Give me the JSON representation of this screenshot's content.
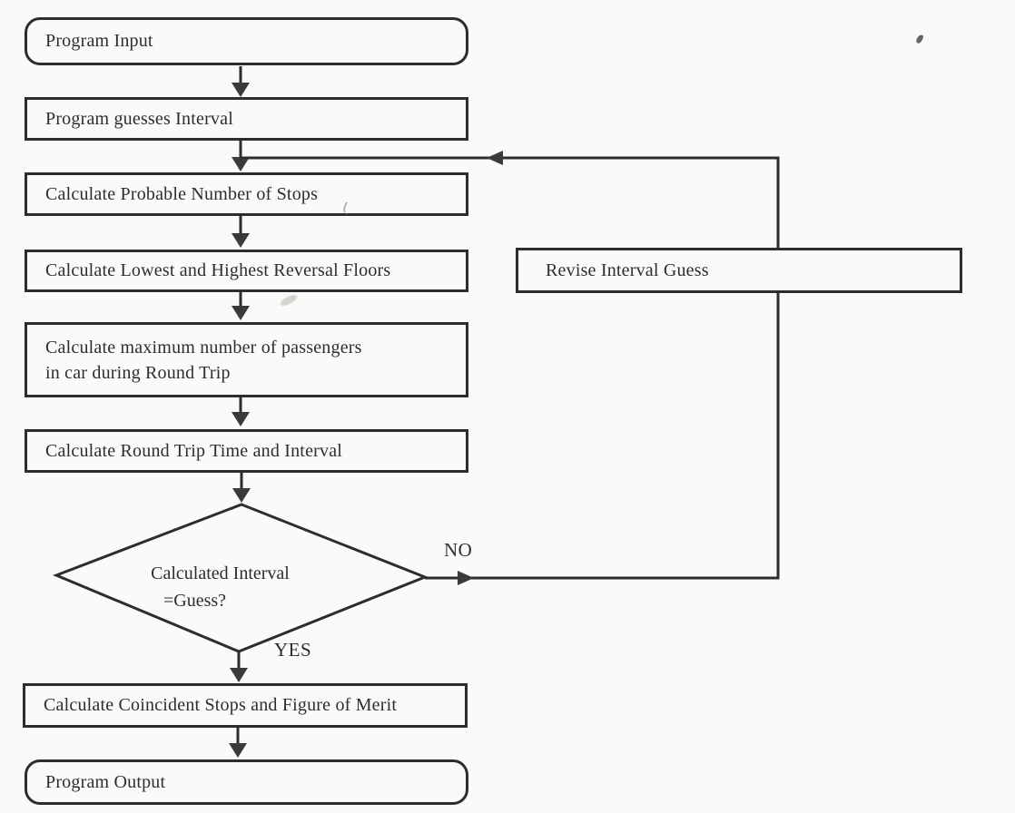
{
  "colors": {
    "ink": "#2d2d2d",
    "paper": "#fafaf8"
  },
  "nodes": {
    "program_input": {
      "label": "Program Input"
    },
    "program_guesses_interval": {
      "label": "Program guesses Interval"
    },
    "calc_probable_stops": {
      "label": "Calculate Probable Number of Stops"
    },
    "calc_reversal_floors": {
      "label": "Calculate Lowest and Highest Reversal Floors"
    },
    "calc_max_passengers": {
      "line1": "Calculate maximum number of passengers",
      "line2": "in car during Round Trip"
    },
    "calc_round_trip_time": {
      "label": "Calculate Round Trip Time and Interval"
    },
    "decision_interval_guess": {
      "line1": "Calculated Interval",
      "line2": "=Guess?"
    },
    "revise_interval_guess": {
      "label": "Revise Interval Guess"
    },
    "calc_coincident_stops": {
      "label": "Calculate Coincident Stops and Figure of Merit"
    },
    "program_output": {
      "label": "Program Output"
    }
  },
  "branch_labels": {
    "no": "NO",
    "yes": "YES"
  }
}
